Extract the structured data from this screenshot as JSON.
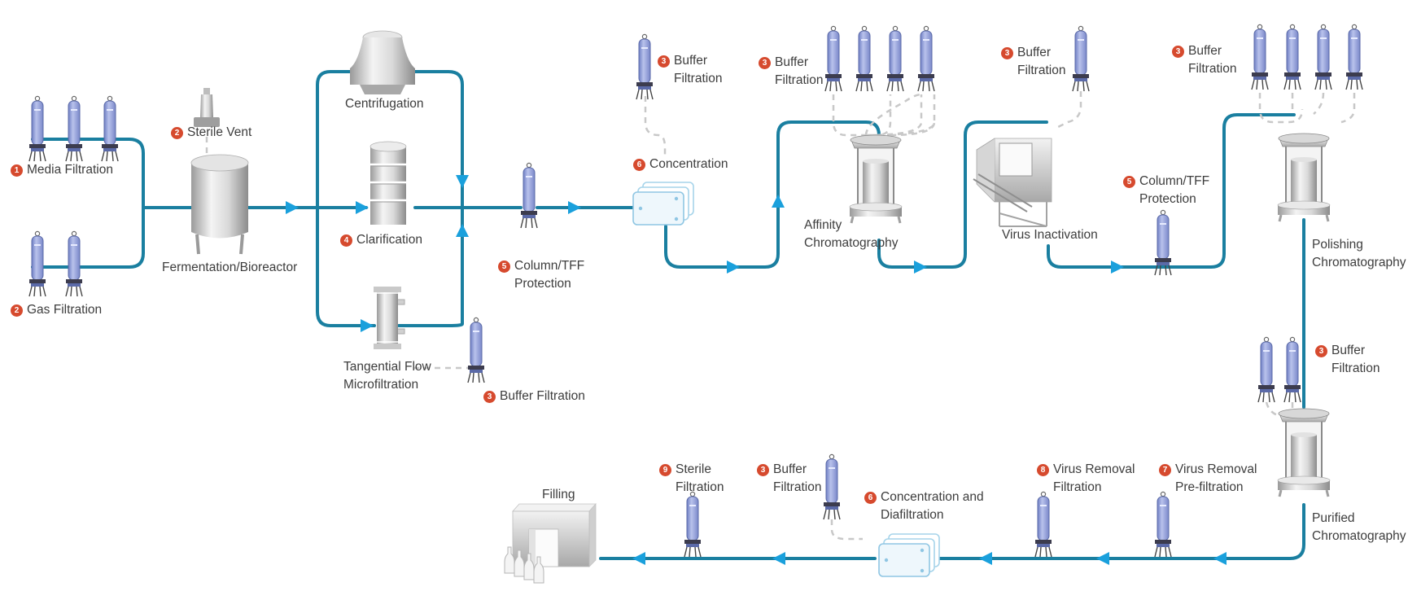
{
  "colors": {
    "pipe": "#1a7fa0",
    "arrow": "#1aa0dc",
    "badge": "#d64a2e",
    "dashed": "#c8c8c8",
    "filter_body": "#9aa6da",
    "text": "#3d3d3d"
  },
  "icons": [
    "filter-cartridge-icon",
    "vent-filter-icon",
    "tank-icon",
    "centrifuge-icon",
    "clarifier-icon",
    "tff-module-icon",
    "membrane-cassette-icon",
    "chromatography-column-icon",
    "inactivation-hood-icon",
    "filling-station-icon",
    "vial-icon"
  ],
  "labels": {
    "media_filtration": {
      "num": "1",
      "lines": [
        "Media Filtration"
      ]
    },
    "gas_filtration": {
      "num": "2",
      "lines": [
        "Gas Filtration"
      ]
    },
    "sterile_vent": {
      "num": "2",
      "lines": [
        "Sterile Vent"
      ]
    },
    "fermentation": {
      "num": "",
      "lines": [
        "Fermentation/Bioreactor"
      ]
    },
    "centrifugation": {
      "num": "",
      "lines": [
        "Centrifugation"
      ]
    },
    "clarification": {
      "num": "4",
      "lines": [
        "Clarification"
      ]
    },
    "tff_micro": {
      "num": "",
      "lines": [
        "Tangential Flow",
        "Microfiltration"
      ]
    },
    "buffer_1": {
      "num": "3",
      "lines": [
        "Buffer Filtration"
      ]
    },
    "column_tff_1": {
      "num": "5",
      "lines": [
        "Column/TFF",
        "Protection"
      ]
    },
    "buffer_2": {
      "num": "3",
      "lines": [
        "Buffer",
        "Filtration"
      ]
    },
    "concentration": {
      "num": "6",
      "lines": [
        "Concentration"
      ]
    },
    "buffer_3": {
      "num": "3",
      "lines": [
        "Buffer",
        "Filtration"
      ]
    },
    "affinity": {
      "num": "",
      "lines": [
        "Affinity",
        "Chromatography"
      ]
    },
    "buffer_4": {
      "num": "3",
      "lines": [
        "Buffer",
        "Filtration"
      ]
    },
    "virus_inactivation": {
      "num": "",
      "lines": [
        "Virus Inactivation"
      ]
    },
    "column_tff_2": {
      "num": "5",
      "lines": [
        "Column/TFF",
        "Protection"
      ]
    },
    "buffer_5": {
      "num": "3",
      "lines": [
        "Buffer",
        "Filtration"
      ]
    },
    "polishing": {
      "num": "",
      "lines": [
        "Polishing",
        "Chromatography"
      ]
    },
    "buffer_6": {
      "num": "3",
      "lines": [
        "Buffer",
        "Filtration"
      ]
    },
    "purified": {
      "num": "",
      "lines": [
        "Purified",
        "Chromatography"
      ]
    },
    "virus_prefiltration": {
      "num": "7",
      "lines": [
        "Virus Removal",
        "Pre-filtration"
      ]
    },
    "virus_removal": {
      "num": "8",
      "lines": [
        "Virus Removal",
        "Filtration"
      ]
    },
    "conc_diafiltration": {
      "num": "6",
      "lines": [
        "Concentration and",
        "Diafiltration"
      ]
    },
    "buffer_7": {
      "num": "3",
      "lines": [
        "Buffer",
        "Filtration"
      ]
    },
    "sterile_filtration": {
      "num": "9",
      "lines": [
        "Sterile",
        "Filtration"
      ]
    },
    "filling": {
      "num": "",
      "lines": [
        "Filling"
      ]
    }
  }
}
